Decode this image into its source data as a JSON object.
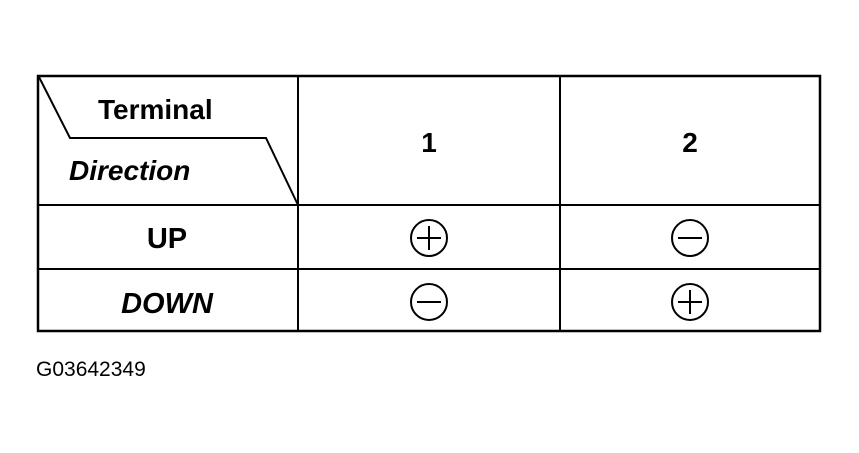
{
  "header": {
    "column_heading": "Terminal",
    "row_heading": "Direction"
  },
  "columns": [
    "1",
    "2"
  ],
  "rows": [
    {
      "label": "UP",
      "italic": false,
      "cells": [
        "plus",
        "minus"
      ]
    },
    {
      "label": "DOWN",
      "italic": true,
      "cells": [
        "minus",
        "plus"
      ]
    }
  ],
  "symbols": {
    "plus": "plus-circle-icon",
    "minus": "minus-circle-icon"
  },
  "figure_code": "G03642349",
  "colors": {
    "line": "#000000",
    "background": "#ffffff"
  }
}
